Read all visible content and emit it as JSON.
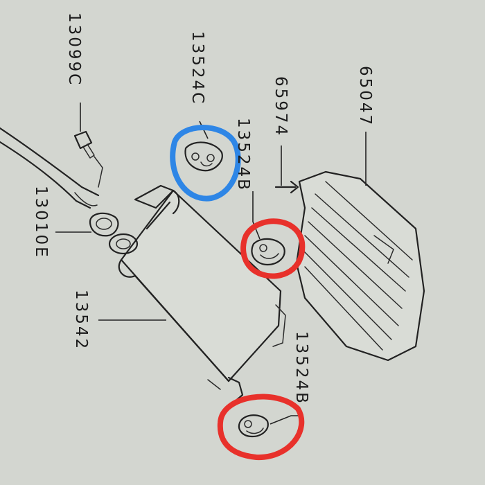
{
  "parts": {
    "label_13099C": "13099C",
    "label_13524C": "13524C",
    "label_65974": "65974",
    "label_65047": "65047",
    "label_13524B_upper": "13524B",
    "label_13010E": "13010E",
    "label_13542": "13542",
    "label_13524B_lower": "13524B"
  },
  "highlights": {
    "blue_color": "#2e86e6",
    "red_color": "#e8312b"
  }
}
